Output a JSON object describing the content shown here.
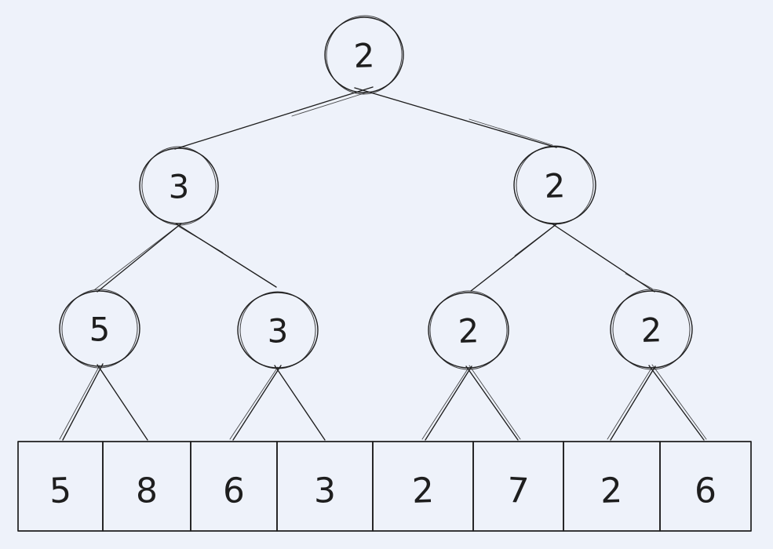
{
  "canvas": {
    "background_color": "#eef2fa",
    "stroke_color": "#1e1e1e"
  },
  "tree": {
    "nodes": [
      {
        "id": "root",
        "level": 0,
        "value": "2"
      },
      {
        "id": "left",
        "level": 1,
        "value": "3"
      },
      {
        "id": "right",
        "level": 1,
        "value": "2"
      },
      {
        "id": "left-left",
        "level": 2,
        "value": "5"
      },
      {
        "id": "left-right",
        "level": 2,
        "value": "3"
      },
      {
        "id": "right-left",
        "level": 2,
        "value": "2"
      },
      {
        "id": "right-right",
        "level": 2,
        "value": "2"
      }
    ],
    "edges": [
      {
        "from": "root",
        "to": "left"
      },
      {
        "from": "root",
        "to": "right"
      },
      {
        "from": "left",
        "to": "left-left"
      },
      {
        "from": "left",
        "to": "left-right"
      },
      {
        "from": "right",
        "to": "right-left"
      },
      {
        "from": "right",
        "to": "right-right"
      },
      {
        "from": "left-left",
        "to": "cell-0"
      },
      {
        "from": "left-left",
        "to": "cell-1"
      },
      {
        "from": "left-right",
        "to": "cell-2"
      },
      {
        "from": "left-right",
        "to": "cell-3"
      },
      {
        "from": "right-left",
        "to": "cell-4"
      },
      {
        "from": "right-left",
        "to": "cell-5"
      },
      {
        "from": "right-right",
        "to": "cell-6"
      },
      {
        "from": "right-right",
        "to": "cell-7"
      }
    ]
  },
  "array": {
    "cells": [
      "5",
      "8",
      "6",
      "3",
      "2",
      "7",
      "2",
      "6"
    ]
  }
}
